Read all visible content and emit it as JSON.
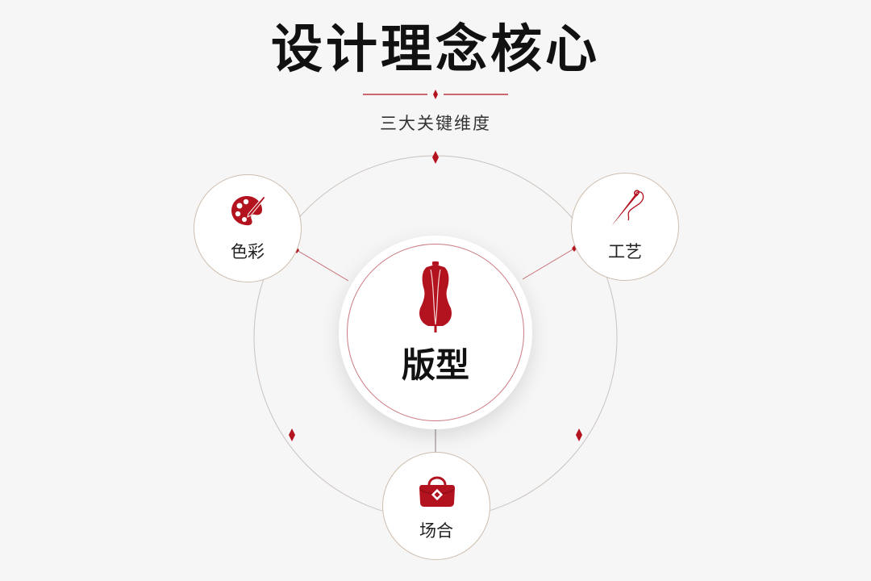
{
  "header": {
    "title": "设计理念核心",
    "subtitle": "三大关键维度"
  },
  "center": {
    "label": "版型",
    "icon": "dress-form-icon"
  },
  "dimensions": [
    {
      "label": "色彩",
      "icon": "palette-icon"
    },
    {
      "label": "工艺",
      "icon": "needle-thread-icon"
    },
    {
      "label": "场合",
      "icon": "handbag-icon"
    }
  ],
  "colors": {
    "accent": "#b3121f",
    "ring": "#cdbdae",
    "connector": "#c76b72",
    "text": "#111111",
    "background": "#f7f6f6"
  }
}
